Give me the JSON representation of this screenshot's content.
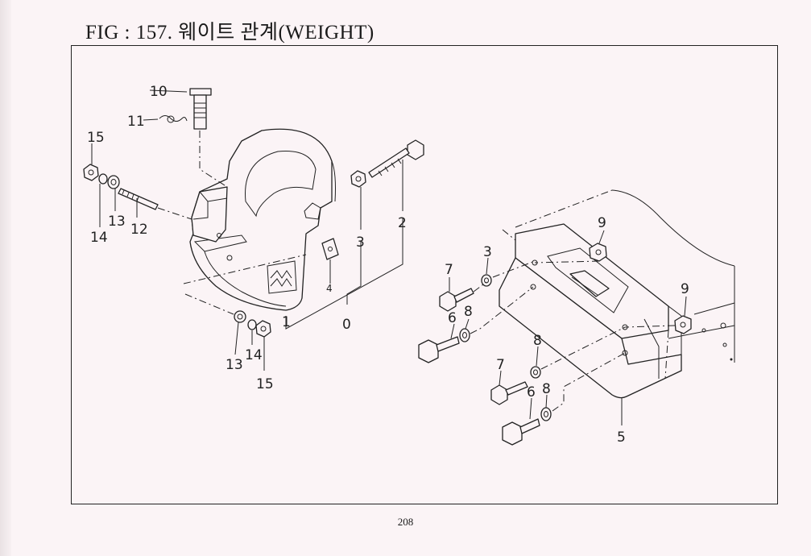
{
  "figure": {
    "title": "FIG : 157. 웨이트 관계(WEIGHT)"
  },
  "callouts": [
    {
      "id": "c10a",
      "text": "10"
    },
    {
      "id": "c11",
      "text": "11"
    },
    {
      "id": "c15a",
      "text": "15"
    },
    {
      "id": "c14a",
      "text": "14"
    },
    {
      "id": "c13a",
      "text": "13"
    },
    {
      "id": "c12",
      "text": "12"
    },
    {
      "id": "c3a",
      "text": "3"
    },
    {
      "id": "c2",
      "text": "2"
    },
    {
      "id": "c4",
      "text": "4"
    },
    {
      "id": "c1",
      "text": "1"
    },
    {
      "id": "c0",
      "text": "0"
    },
    {
      "id": "c13b",
      "text": "13"
    },
    {
      "id": "c14b",
      "text": "14"
    },
    {
      "id": "c15b",
      "text": "15"
    },
    {
      "id": "c7a",
      "text": "7"
    },
    {
      "id": "c3b",
      "text": "3"
    },
    {
      "id": "c9a",
      "text": "9"
    },
    {
      "id": "c6a",
      "text": "6"
    },
    {
      "id": "c8a",
      "text": "8"
    },
    {
      "id": "c9b",
      "text": "9"
    },
    {
      "id": "c8b",
      "text": "8"
    },
    {
      "id": "c7b",
      "text": "7"
    },
    {
      "id": "c6b",
      "text": "6"
    },
    {
      "id": "c8c",
      "text": "8"
    },
    {
      "id": "c5",
      "text": "5"
    }
  ],
  "page": {
    "number": "208"
  }
}
